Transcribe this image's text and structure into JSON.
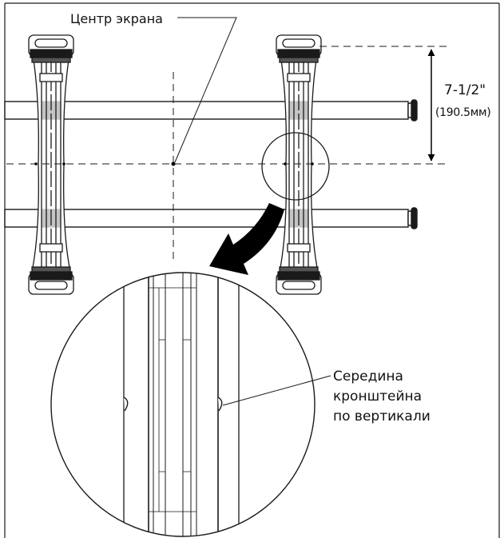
{
  "labels": {
    "screen_center": "Центр экрана",
    "spacing": "7-1/2\"",
    "spacing_metric": "(190.5мм)",
    "bracket_middle": [
      "Середина",
      "кронштейна",
      "по вертикали"
    ]
  },
  "colors": {
    "line": "#1a1a1a",
    "arrow": "#000000",
    "background": "#ffffff"
  }
}
